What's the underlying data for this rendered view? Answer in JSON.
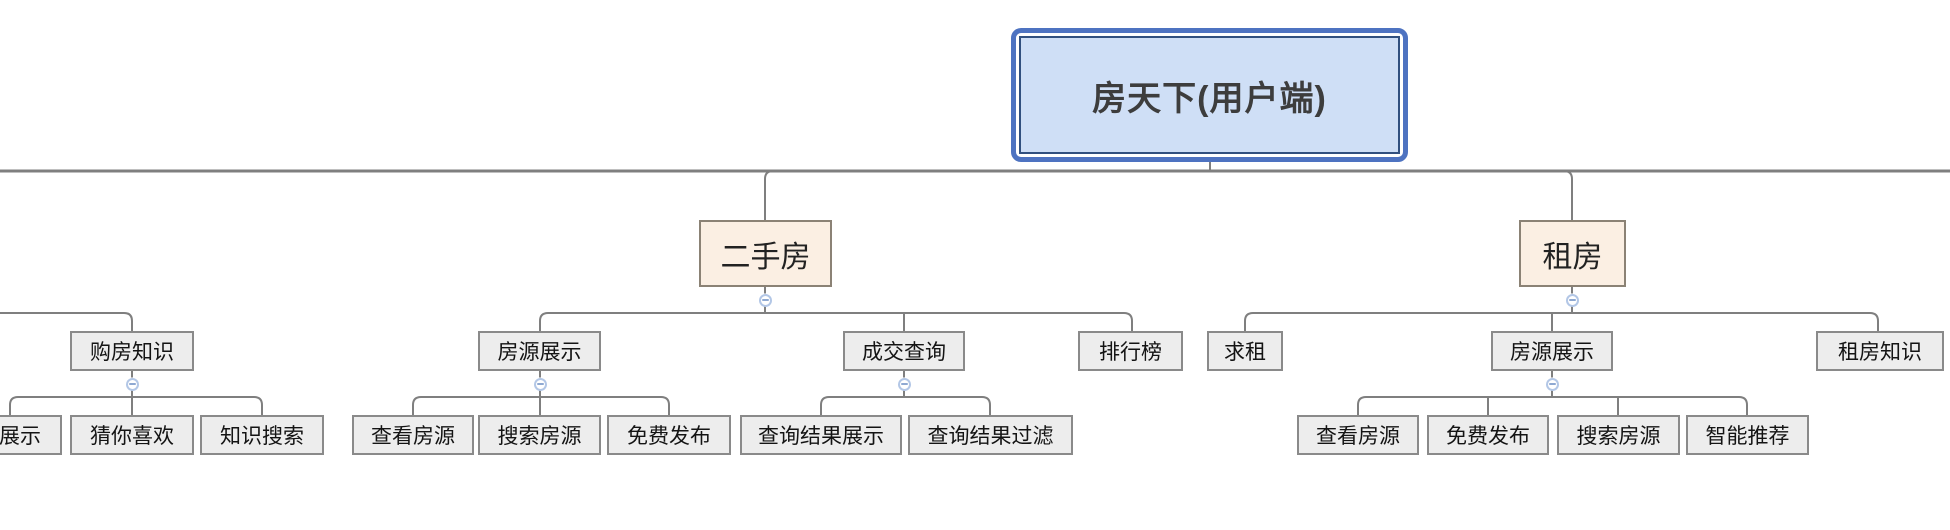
{
  "colors": {
    "root_fill": "#cfdff6",
    "root_border": "#4e73c1",
    "branch_fill": "#fbefe3",
    "node_fill": "#ededed",
    "line": "#7f7f7f"
  },
  "mindmap": {
    "root": {
      "label": "房天下(用户端)"
    },
    "clipped_branch": {
      "node": {
        "label": "购房知识"
      },
      "children": [
        {
          "label": "展示"
        },
        {
          "label": "猜你喜欢"
        },
        {
          "label": "知识搜索"
        }
      ]
    },
    "secondhand": {
      "label": "二手房",
      "children": [
        {
          "label": "房源展示",
          "children": [
            {
              "label": "查看房源"
            },
            {
              "label": "搜索房源"
            },
            {
              "label": "免费发布"
            }
          ]
        },
        {
          "label": "成交查询",
          "children": [
            {
              "label": "查询结果展示"
            },
            {
              "label": "查询结果过滤"
            }
          ]
        },
        {
          "label": "排行榜",
          "children": []
        }
      ]
    },
    "rent": {
      "label": "租房",
      "children": [
        {
          "label": "求租",
          "children": []
        },
        {
          "label": "房源展示",
          "children": [
            {
              "label": "查看房源"
            },
            {
              "label": "免费发布"
            },
            {
              "label": "搜索房源"
            },
            {
              "label": "智能推荐"
            }
          ]
        },
        {
          "label": "租房知识",
          "children": []
        }
      ]
    }
  }
}
